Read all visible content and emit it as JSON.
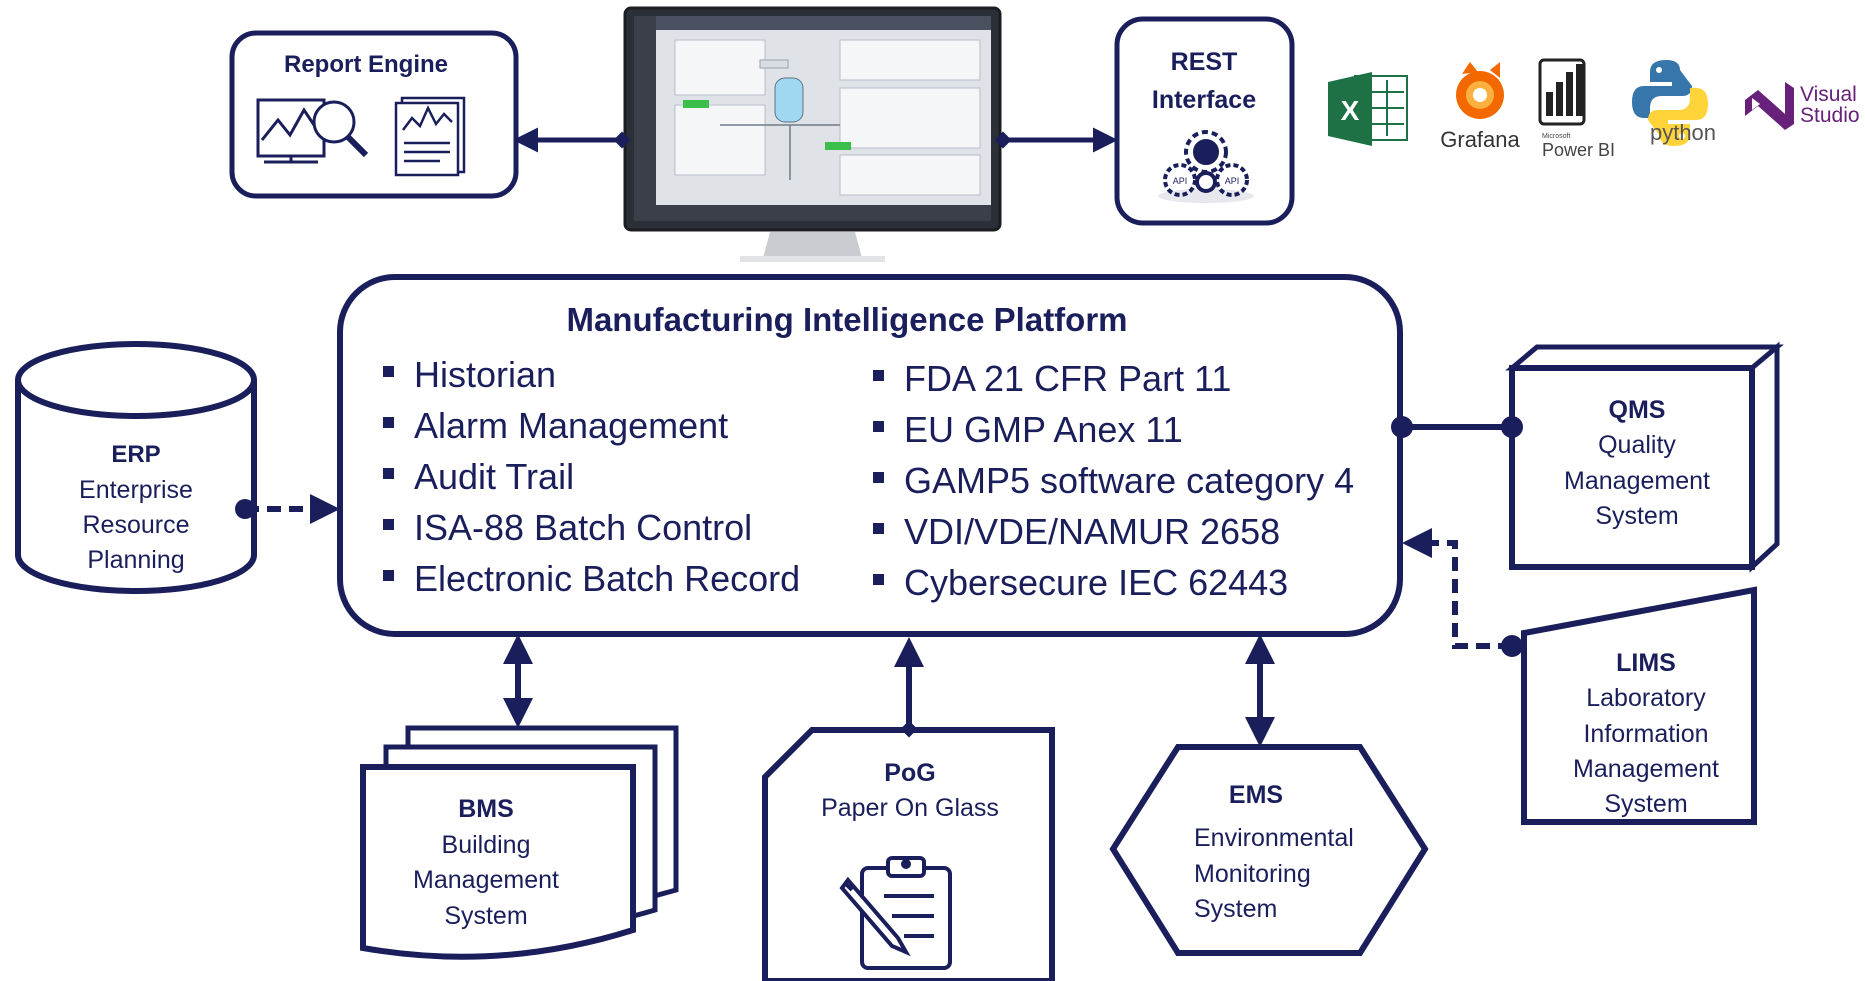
{
  "platform": {
    "title": "Manufacturing Intelligence Platform",
    "left_items": [
      "Historian",
      "Alarm Management",
      "Audit Trail",
      "ISA-88 Batch Control",
      "Electronic Batch Record"
    ],
    "right_items": [
      "FDA 21 CFR Part 11",
      "EU GMP Anex 11",
      "GAMP5 software category 4",
      "VDI/VDE/NAMUR 2658",
      "Cybersecure IEC 62443"
    ]
  },
  "report_engine": {
    "title": "Report Engine"
  },
  "rest_interface": {
    "line1": "REST",
    "line2": "Interface",
    "gear_label": "API"
  },
  "tools": {
    "excel": "X",
    "grafana": "Grafana",
    "powerbi_small": "Microsoft",
    "powerbi": "Power BI",
    "python": "python",
    "vs_line1": "Visual",
    "vs_line2": "Studio"
  },
  "erp": {
    "acronym": "ERP",
    "line1": "Enterprise",
    "line2": "Resource",
    "line3": "Planning"
  },
  "qms": {
    "acronym": "QMS",
    "line1": "Quality",
    "line2": "Management",
    "line3": "System"
  },
  "lims": {
    "acronym": "LIMS",
    "line1": "Laboratory",
    "line2": "Information",
    "line3": "Management",
    "line4": "System"
  },
  "bms": {
    "acronym": "BMS",
    "line1": "Building",
    "line2": "Management",
    "line3": "System"
  },
  "pog": {
    "acronym": "PoG",
    "line1": "Paper On Glass"
  },
  "ems": {
    "acronym": "EMS",
    "line1": "Environmental",
    "line2": "Monitoring",
    "line3": "System"
  },
  "colors": {
    "navy": "#1a1f5c",
    "excel_green": "#1e7145",
    "grafana_orange": "#f46800",
    "vs_purple": "#68217a",
    "python_blue": "#3776ab",
    "python_yellow": "#ffd43b"
  },
  "icons": [
    "chart-magnifier-icon",
    "report-document-icon",
    "gears-icon",
    "clipboard-pencil-icon",
    "excel-icon",
    "grafana-icon",
    "powerbi-icon",
    "python-icon",
    "visual-studio-icon",
    "monitor-screenshot"
  ]
}
